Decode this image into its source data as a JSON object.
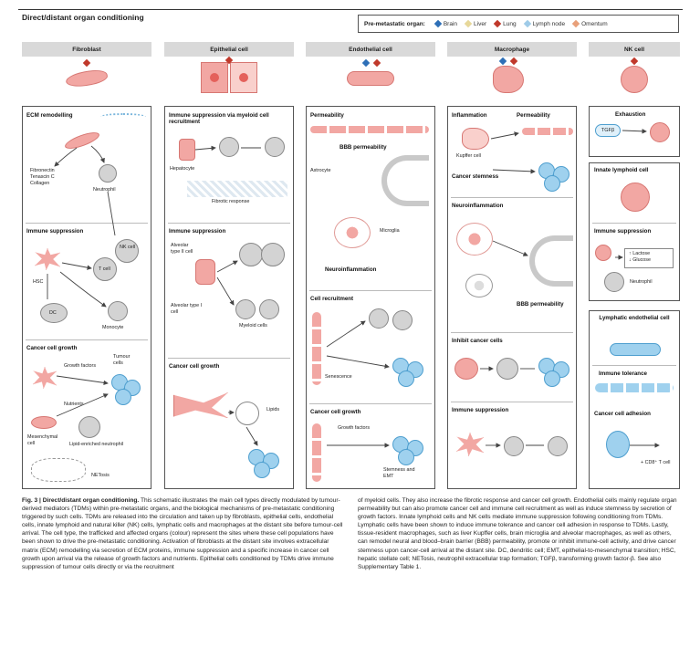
{
  "header": {
    "title": "Direct/distant organ conditioning",
    "legend_title": "Pre-metastatic organ:",
    "legend_items": [
      {
        "label": "Brain",
        "color": "#2e6fb7"
      },
      {
        "label": "Liver",
        "color": "#e7d89a"
      },
      {
        "label": "Lung",
        "color": "#c0392b"
      },
      {
        "label": "Lymph node",
        "color": "#9fcbe8"
      },
      {
        "label": "Omentum",
        "color": "#e8a07a"
      }
    ]
  },
  "columns": [
    {
      "title": "Fibroblast"
    },
    {
      "title": "Epithelial cell"
    },
    {
      "title": "Endothelial cell"
    },
    {
      "title": "Macrophage"
    },
    {
      "title": "NK cell"
    }
  ],
  "fibroblast": {
    "ecm": "ECM remodelling",
    "ecm_list": [
      "Fibronectin",
      "Tenascin C",
      "Collagen"
    ],
    "neutrophil": "Neutrophil",
    "immune": "Immune suppression",
    "nk": "NK cell",
    "tcell": "T cell",
    "hsc": "HSC",
    "dc": "DC",
    "monocyte": "Monocyte",
    "growth": "Cancer cell growth",
    "growth_factors": "Growth factors",
    "tumour_cells": "Tumour cells",
    "nutrients": "Nutrients",
    "mesenchymal": "Mesenchymal cell",
    "lipid": "Lipid-enriched neutrophil",
    "nets": "NETosis"
  },
  "epithelial": {
    "immune_sup": "Immune suppression via myeloid cell recruitment",
    "hepatocyte": "Hepatocyte",
    "fibrotic": "Fibrotic response",
    "immune2": "Immune suppression",
    "alveolar1": "Alveolar type II cell",
    "alveolar2": "Alveolar type I cell",
    "myeloid": "Myeloid cells",
    "growth": "Cancer cell growth",
    "lipids": "Lipids"
  },
  "endothelial": {
    "permeability": "Permeability",
    "bbb": "BBB permeability",
    "astrocyte": "Astrocyte",
    "microglia": "Microglia",
    "neuroinflammation": "Neuroinflammation",
    "recruitment": "Cell recruitment",
    "senescence": "Senescence",
    "growth": "Cancer cell growth",
    "growth_factors": "Growth factors",
    "stemness": "Stemness and EMT"
  },
  "macrophage": {
    "inflammation": "Inflammation",
    "permeability": "Permeability",
    "kupffer": "Kupffer cell",
    "stemness": "Cancer stemness",
    "neuroinflammation": "Neuroinflammation",
    "bbb": "BBB permeability",
    "inhibit": "Inhibit cancer cells",
    "immune": "Immune suppression"
  },
  "nk": {
    "exhaustion": "Exhaustion",
    "tgfb": "TGFβ",
    "innate": "Innate lymphoid cell",
    "immune": "Immune suppression",
    "lactose": "↑ Lactose",
    "glucose": "↓ Glucose",
    "neutrophil": "Neutrophil",
    "lymphatic": "Lymphatic endothelial cell",
    "tolerance": "Immune tolerance",
    "adhesion": "Cancer cell adhesion",
    "cd8": "+ CD8⁺ T cell"
  },
  "caption": {
    "label": "Fig. 3 | Direct/distant organ conditioning.",
    "left": "This schematic illustrates the main cell types directly modulated by tumour-derived mediators (TDMs) within pre-metastatic organs, and the biological mechanisms of pre-metastatic conditioning triggered by such cells. TDMs are released into the circulation and taken up by fibroblasts, epithelial cells, endothelial cells, innate lymphoid and natural killer (NK) cells, lymphatic cells and macrophages at the distant site before tumour-cell arrival. The cell type, the trafficked and affected organs (colour) represent the sites where these cell populations have been shown to drive the pre-metastatic conditioning. Activation of fibroblasts at the distant site involves extracellular matrix (ECM) remodelling via secretion of ECM proteins, immune suppression and a specific increase in cancer cell growth upon arrival via the release of growth factors and nutrients. Epithelial cells conditioned by TDMs drive immune suppression of tumour cells directly or via the recruitment",
    "right": "of myeloid cells. They also increase the fibrotic response and cancer cell growth. Endothelial cells mainly regulate organ permeability but can also promote cancer cell and immune cell recruitment as well as induce stemness by secretion of growth factors. Innate lymphoid cells and NK cells mediate immune suppression following conditioning from TDMs. Lymphatic cells have been shown to induce immune tolerance and cancer cell adhesion in response to TDMs. Lastly, tissue-resident macrophages, such as liver Kupffer cells, brain microglia and alveolar macrophages, as well as others, can remodel neural and blood–brain barrier (BBB) permeability, promote or inhibit immune-cell activity, and drive cancer stemness upon cancer-cell arrival at the distant site. DC, dendritic cell; EMT, epithelial-to-mesenchymal transition; HSC, hepatic stellate cell; NETosis, neutrophil extracellular trap formation; TGFβ, transforming growth factor-β. See also Supplementary Table 1."
  }
}
